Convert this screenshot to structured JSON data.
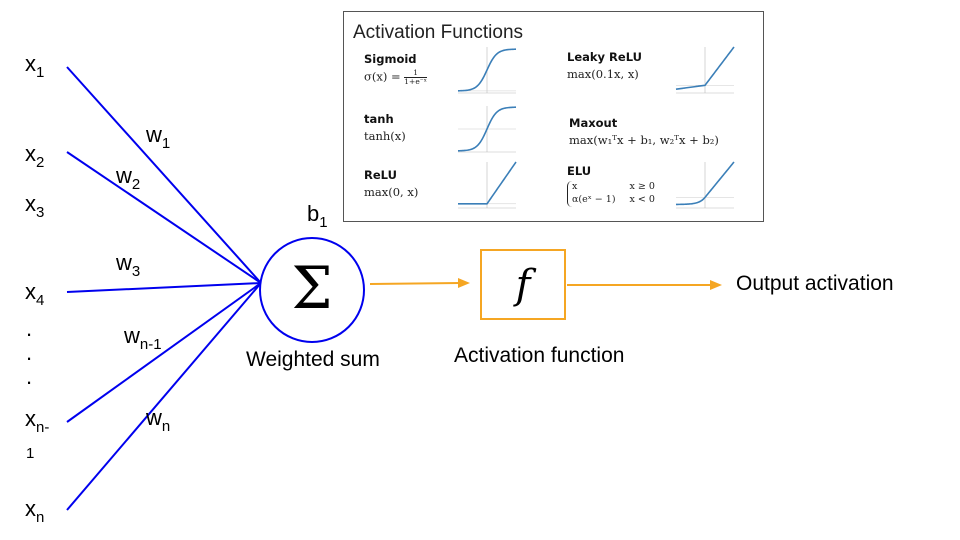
{
  "inputs": {
    "x1": {
      "base": "x",
      "sub": "1"
    },
    "x2": {
      "base": "x",
      "sub": "2"
    },
    "x3": {
      "base": "x",
      "sub": "3"
    },
    "x4": {
      "base": "x",
      "sub": "4"
    },
    "dot1": ".",
    "dot2": ".",
    "dot3": ".",
    "xn1": {
      "base": "x",
      "sub": "n-",
      "overflow": "1"
    },
    "xn": {
      "base": "x",
      "sub": "n"
    }
  },
  "weights": {
    "w1": {
      "base": "w",
      "sub": "1"
    },
    "w2": {
      "base": "w",
      "sub": "2"
    },
    "w3": {
      "base": "w",
      "sub": "3"
    },
    "wn1": {
      "base": "w",
      "sub": "n-1"
    },
    "wn": {
      "base": "w",
      "sub": "n"
    }
  },
  "bias": {
    "base": "b",
    "sub": "1"
  },
  "sum_node": {
    "symbol": "Σ",
    "caption": "Weighted sum"
  },
  "activation_node": {
    "symbol": "f",
    "caption": "Activation function"
  },
  "output": {
    "label": "Output activation"
  },
  "colors": {
    "weights": "#0000ee",
    "flow": "#f5a623",
    "curve": "#3b7fb8"
  },
  "activation_panel": {
    "title": "Activation Functions",
    "functions": [
      {
        "name": "Sigmoid",
        "formula_lhs": "σ(x) =",
        "formula_num": "1",
        "formula_den": "1+e⁻ˣ",
        "curve": "sigmoid"
      },
      {
        "name": "Leaky ReLU",
        "formula": "max(0.1x, x)",
        "curve": "leaky"
      },
      {
        "name": "tanh",
        "formula": "tanh(x)",
        "curve": "tanh"
      },
      {
        "name": "Maxout",
        "formula": "max(w₁ᵀx + b₁, w₂ᵀx + b₂)",
        "curve": null
      },
      {
        "name": "ReLU",
        "formula": "max(0, x)",
        "curve": "relu"
      },
      {
        "name": "ELU",
        "cases": [
          [
            "x",
            "x ≥ 0"
          ],
          [
            "α(eˣ − 1)",
            "x < 0"
          ]
        ],
        "curve": "elu"
      }
    ]
  }
}
